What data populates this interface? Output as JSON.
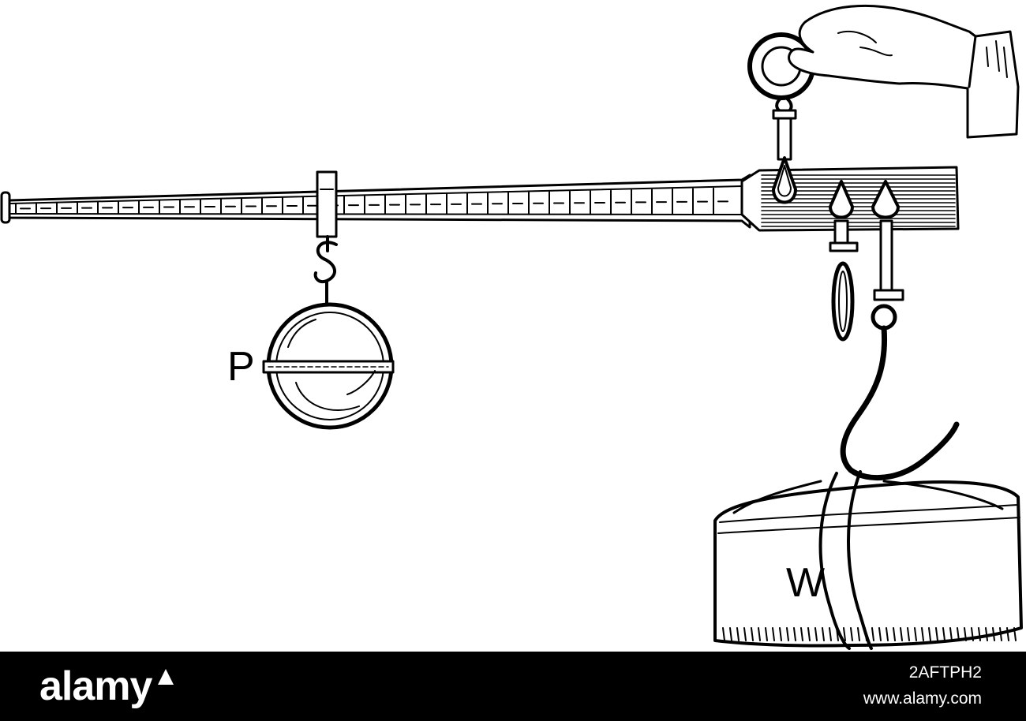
{
  "labels": {
    "p": "P",
    "w": "W"
  },
  "footer": {
    "brand": "alamy",
    "image_id": "2AFTPH2",
    "site": "www.alamy.com"
  },
  "colors": {
    "ink": "#000000",
    "paper": "#ffffff",
    "footer_bg": "#000000",
    "footer_text": "#ffffff"
  }
}
